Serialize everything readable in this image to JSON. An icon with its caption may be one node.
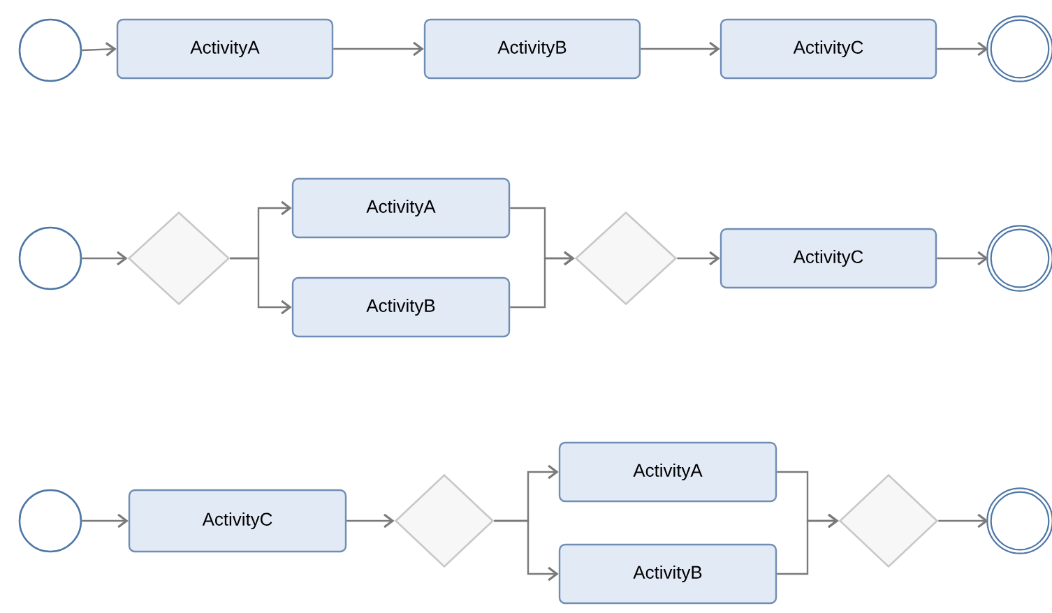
{
  "diagram": {
    "nodes": [
      {
        "text": [],
        "shape": "circle"
      },
      {
        "text": [
          "ActivityA"
        ]
      },
      {
        "text": [
          "ActivityB"
        ]
      },
      {
        "text": [
          "ActivityC"
        ]
      },
      {
        "text": [],
        "shape": "circle"
      },
      {
        "text": [],
        "shape": "circle"
      },
      {
        "text": [],
        "shape": "diamond"
      },
      {
        "text": [
          "ActivityA"
        ]
      },
      {
        "text": [
          "ActivityB"
        ]
      },
      {
        "text": [],
        "shape": "diamond"
      },
      {
        "text": [
          "ActivityC"
        ]
      },
      {
        "text": [],
        "shape": "circle"
      },
      {
        "text": [],
        "shape": "circle"
      },
      {
        "text": [
          "ActivityC"
        ]
      },
      {
        "text": [],
        "shape": "diamond"
      },
      {
        "text": [
          "ActivityA"
        ]
      },
      {
        "text": [
          "ActivityB"
        ]
      },
      {
        "text": [],
        "shape": "diamond"
      },
      {
        "text": [],
        "shape": "circle"
      }
    ],
    "edges": [
      {
        "from": 0,
        "to": 1,
        "arrow": "to"
      },
      {
        "from": 1,
        "to": 2,
        "arrow": "to"
      },
      {
        "from": 2,
        "to": 3,
        "arrow": "to"
      },
      {
        "from": 3,
        "to": 4,
        "arrow": "to"
      },
      {
        "from": 5,
        "to": 6,
        "arrow": "to"
      },
      {
        "from": 6,
        "to": 7,
        "arrow": "to"
      },
      {
        "from": 6,
        "to": 8,
        "arrow": "to"
      },
      {
        "from": 7,
        "to": 9,
        "arrow": "to"
      },
      {
        "from": 8,
        "to": 9,
        "arrow": "to"
      },
      {
        "from": 9,
        "to": 10,
        "arrow": "to"
      },
      {
        "from": 10,
        "to": 11,
        "arrow": "to"
      },
      {
        "from": 12,
        "to": 13,
        "arrow": "to"
      },
      {
        "from": 13,
        "to": 14,
        "arrow": "to"
      },
      {
        "from": 14,
        "to": 15,
        "arrow": "to"
      },
      {
        "from": 14,
        "to": 16,
        "arrow": "to"
      },
      {
        "from": 15,
        "to": 17,
        "arrow": "to"
      },
      {
        "from": 16,
        "to": 17,
        "arrow": "to"
      },
      {
        "from": 17,
        "to": 18,
        "arrow": "to"
      }
    ]
  }
}
